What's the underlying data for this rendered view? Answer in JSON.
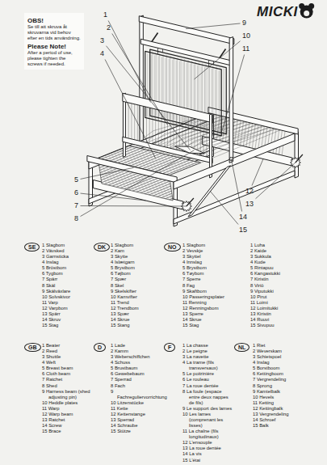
{
  "diagram": {
    "nodes": [
      {
        "text": [
          "OBS!",
          "Se till att skruva åt skruvarna vid behov efter en tids användning.",
          "Please Note!",
          "After a period of use, please tighten the screws if needed."
        ]
      },
      {
        "text": [
          "SE"
        ]
      },
      {
        "text": [
          "DK"
        ]
      },
      {
        "text": [
          "NO"
        ]
      },
      {
        "text": [
          "GB"
        ]
      },
      {
        "text": [
          "D"
        ]
      },
      {
        "text": [
          "F"
        ]
      },
      {
        "text": [
          "NL"
        ]
      }
    ],
    "labels": [
      "MICKI",
      "1",
      "2",
      "3",
      "4",
      "5",
      "6",
      "7",
      "8",
      "9",
      "10",
      "11",
      "12",
      "13",
      "14",
      "15",
      "1 Slagbom",
      "2 Vävsked",
      "3 Garnsticka",
      "4 Inslag",
      "5 Bröstbom",
      "6 Tygbom",
      "7 Spärr",
      "8 Skäl",
      "9 Skälväxlare",
      "10 Solvskivor",
      "11 Varp",
      "12 Varpbom",
      "13 Spärr",
      "14 Skruv",
      "15 Stag",
      "1 Slagbom",
      "2 Kam",
      "3 Skytte",
      "4 Islætgarn",
      "5 Brystbom",
      "6 Tøjbom",
      "7 Spær",
      "8 Skel",
      "9 Skelskifter",
      "10 Kamvifter",
      "11 Trend",
      "12 Trendbom",
      "13 Spær",
      "14 Skrue",
      "15 Stang",
      "1 Slagbom",
      "2 Vevskje",
      "3 Skyttel",
      "4 Innslag",
      "5 Brystbom",
      "6 Tøybom",
      "7 Sperre",
      "8 Fag",
      "9 Skaftbom",
      "10 Passeringsplater",
      "11 Renning",
      "12 Renningsbom",
      "13 Sperre",
      "14 Skrue",
      "15 Stag",
      "1 Luha",
      "2 Kaide",
      "3 Sukkula",
      "4 Kude",
      "5 Rintapuu",
      "6 Kangastukki",
      "7 Kiristin",
      "8 Viriö",
      "9 Viputukki",
      "10 Pirut",
      "11 Loimi",
      "12 Loimitukki",
      "13 Kiristin",
      "14 Ruuvi",
      "15 Sivupuu",
      "1 Beater",
      "2 Reed",
      "3 Shuttle",
      "4 Weft",
      "5 Breast beam",
      "6 Cloth beam",
      "7 Ratchet",
      "8 Shed",
      "9 Harness beam (shed adjusting pin)",
      "10 Heddle plates",
      "11 Warp",
      "12 Warp beam",
      "13 Ratchet",
      "14 Screw",
      "15 Brace",
      "1 Lade",
      "2 Kamm",
      "3 Weberschiffchen",
      "4 Schuss",
      "5 Brustbaum",
      "6 Gewebebaum",
      "7 Sperrad",
      "8 Fach",
      "9 Fachreguliervorrichtung",
      "10 Litzenstücke",
      "11 Kette",
      "12 Kettenstange",
      "13 Sperrad",
      "14 Schraube",
      "15 Stütze",
      "1 La chasse",
      "2 Le peigne",
      "3 La navette",
      "4 La trame (fils transversaux)",
      "5 Le poitrinière",
      "6 Le rouleau",
      "7 La roue dentée",
      "8 La foule (espace entre deux nappes de fils)",
      "9 Le support des lames",
      "10 Les lames (comprenant les lisses)",
      "11 La chaîne (fils longitudinaux)",
      "12 L'ensouple",
      "13 La roue dentée",
      "14 La vis",
      "15 L'étai",
      "1 Riet",
      "2 Weverskam",
      "3 Schietspoel",
      "4 Inslag",
      "5 Borstboom",
      "6 Kettingboom",
      "7 Vergrendeling",
      "8 Sprong",
      "9 Kamtelbalk",
      "10 Hevels",
      "11 Ketting",
      "12 Kettingbalk",
      "13 Vergrendeling",
      "14 Schroef",
      "15 Balk"
    ]
  }
}
